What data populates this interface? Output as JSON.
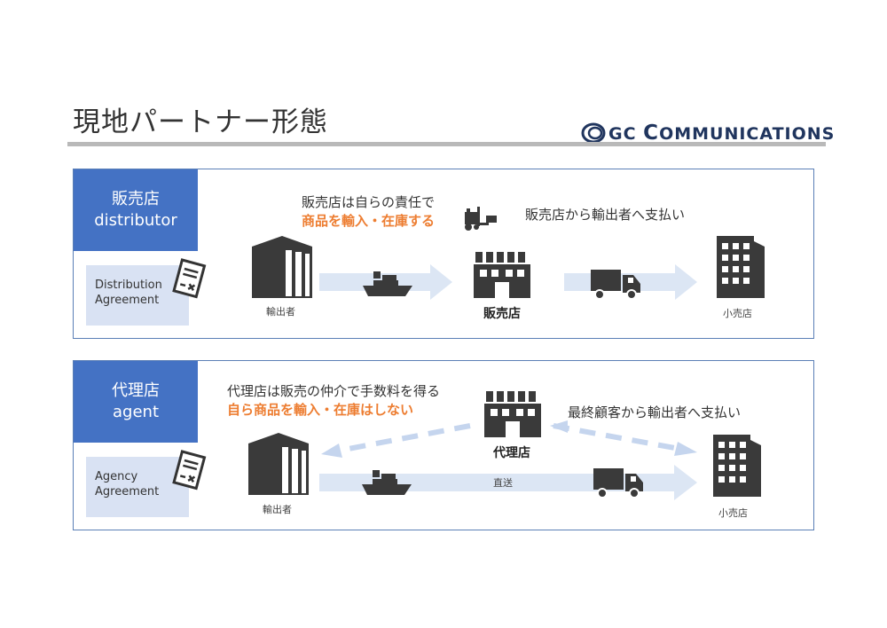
{
  "page": {
    "title": "現地パートナー形態"
  },
  "logo": {
    "text_initials": "GC",
    "text_rest_big": "C",
    "text_rest": "OMMUNICATIONS"
  },
  "distributor": {
    "tag_ja": "販売店",
    "tag_en": "distributor",
    "contract_line1": "Distribution",
    "contract_line2": "Agreement",
    "note_line1": "販売店は自らの責任で",
    "note_line2": "商品を輸入・在庫する",
    "payment_note": "販売店から輸出者へ支払い",
    "exporter_label": "輸出者",
    "hub_label": "販売店",
    "retailer_label": "小売店"
  },
  "agent": {
    "tag_ja": "代理店",
    "tag_en": "agent",
    "contract_line1": "Agency",
    "contract_line2": "Agreement",
    "note_line1": "代理店は販売の仲介で手数料を得る",
    "note_line2": "自ら商品を輸入・在庫はしない",
    "payment_note": "最終顧客から輸出者へ支払い",
    "exporter_label": "輸出者",
    "hub_label": "代理店",
    "retailer_label": "小売店",
    "direct_label": "直送"
  },
  "colors": {
    "accent": "#4472c4",
    "orange": "#ed7d31",
    "icon": "#3a3a3a",
    "arrow": "#dce6f4",
    "dash": "#c5d5ee"
  },
  "icons": [
    "building-icon",
    "ship-icon",
    "warehouse-icon",
    "truck-icon",
    "office-building-icon",
    "forklift-icon",
    "document-icon"
  ]
}
